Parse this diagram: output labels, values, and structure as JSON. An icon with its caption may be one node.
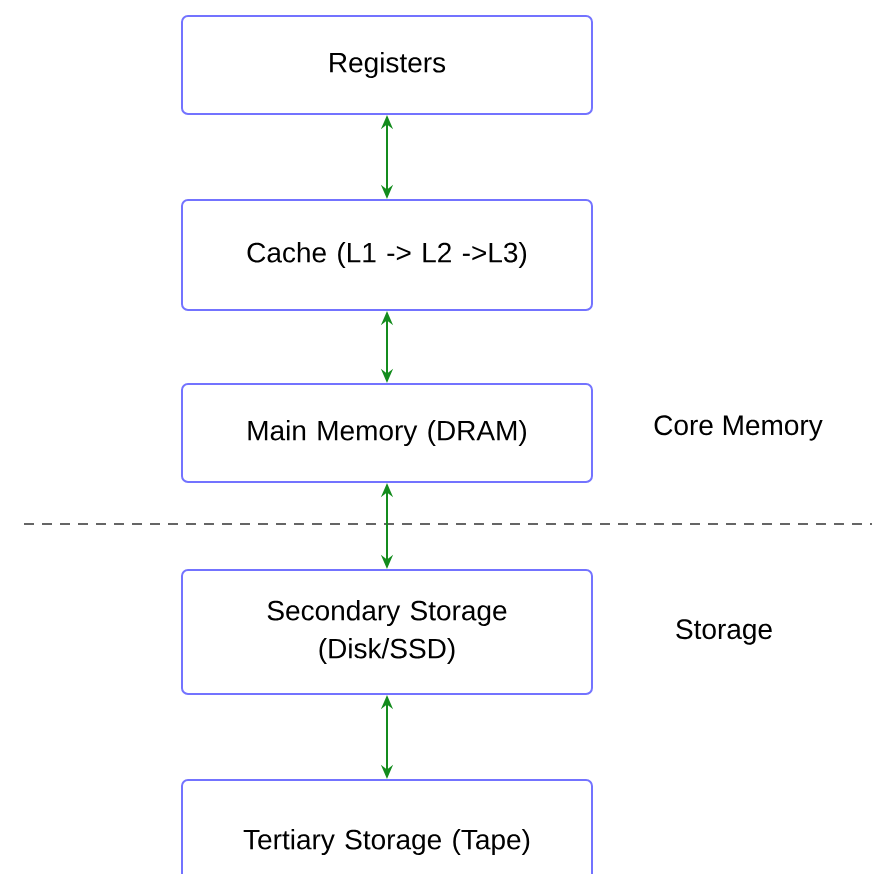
{
  "diagram": {
    "nodes": [
      {
        "text": [
          "Registers"
        ]
      },
      {
        "text": [
          "Cache (L1 -> L2 ->L3)"
        ]
      },
      {
        "text": [
          "Main Memory (DRAM)"
        ]
      },
      {
        "text": [
          "Secondary Storage (Disk/SSD)"
        ]
      },
      {
        "text": [
          "Tertiary Storage (Tape)"
        ]
      }
    ],
    "edges": [
      {
        "from": 0,
        "to": 1,
        "arrow": "both"
      },
      {
        "from": 1,
        "to": 2,
        "arrow": "both"
      },
      {
        "from": 2,
        "to": 3,
        "arrow": "both"
      },
      {
        "from": 3,
        "to": 4,
        "arrow": "both"
      }
    ],
    "labels": [
      "Core Memory",
      "Storage"
    ]
  }
}
